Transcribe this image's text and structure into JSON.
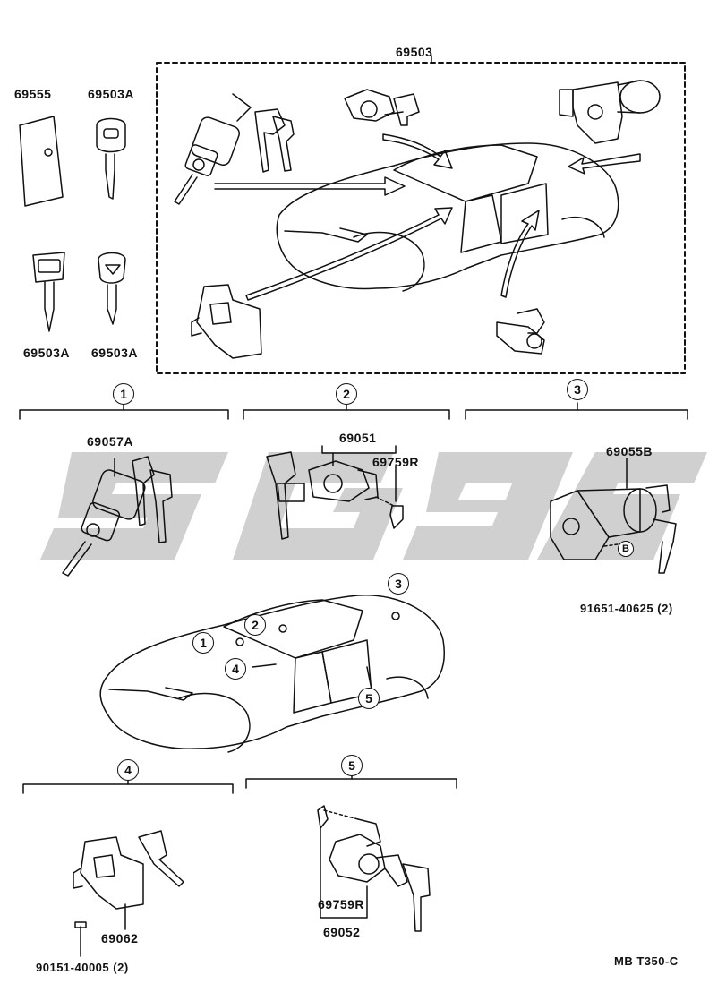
{
  "part_numbers": {
    "assembly": "69503",
    "plate": "69555",
    "key_blank_top": "69503A",
    "key_blank_bl": "69503A",
    "key_blank_br": "69503A",
    "ignition_cyl": "69057A",
    "door_cyl": "69051",
    "clip_door": "69759R",
    "trunk_cyl": "69055B",
    "trunk_bolt": "91651-40625",
    "trunk_bolt_qty": "(2)",
    "glove_lock": "69062",
    "glove_screw": "90151-40005",
    "glove_screw_qty": "(2)",
    "clip_door_r": "69759R",
    "door_cyl_r": "69052"
  },
  "callouts": {
    "c1": "1",
    "c2": "2",
    "c3": "3",
    "c4": "4",
    "c5": "5",
    "car_1": "1",
    "car_2": "2",
    "car_3": "3",
    "car_4": "4",
    "car_5": "5",
    "bolt_ref": "B"
  },
  "footer": {
    "code": "MB T350-C"
  },
  "colors": {
    "line": "#111111",
    "watermark": "#c8c8c8"
  }
}
